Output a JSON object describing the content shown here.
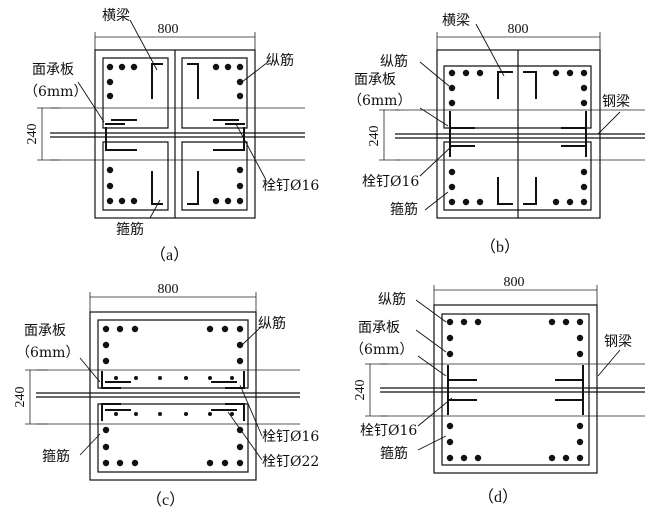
{
  "colors": {
    "ink": "#111111",
    "background": "#ffffff"
  },
  "width_dim": "800",
  "height_dim": "240",
  "panels": {
    "a": {
      "caption": "（a）",
      "labels": {
        "beam": "横梁",
        "face_plate": "面承板",
        "face_plate_thk": "（6mm）",
        "long_bar": "纵筋",
        "stud": "栓钉Ø16",
        "stirrup": "箍筋"
      }
    },
    "b": {
      "caption": "（b）",
      "labels": {
        "beam": "横梁",
        "long_bar": "纵筋",
        "face_plate": "面承板",
        "face_plate_thk": "（6mm）",
        "steel_beam": "钢梁",
        "stud": "栓钉Ø16",
        "stirrup": "箍筋"
      }
    },
    "c": {
      "caption": "（c）",
      "labels": {
        "face_plate": "面承板",
        "face_plate_thk": "（6mm）",
        "long_bar": "纵筋",
        "stirrup": "箍筋",
        "stud16": "栓钉Ø16",
        "stud22": "栓钉Ø22"
      }
    },
    "d": {
      "caption": "（d）",
      "labels": {
        "long_bar": "纵筋",
        "face_plate": "面承板",
        "face_plate_thk": "（6mm）",
        "steel_beam": "钢梁",
        "stud": "栓钉Ø16",
        "stirrup": "箍筋"
      }
    }
  }
}
